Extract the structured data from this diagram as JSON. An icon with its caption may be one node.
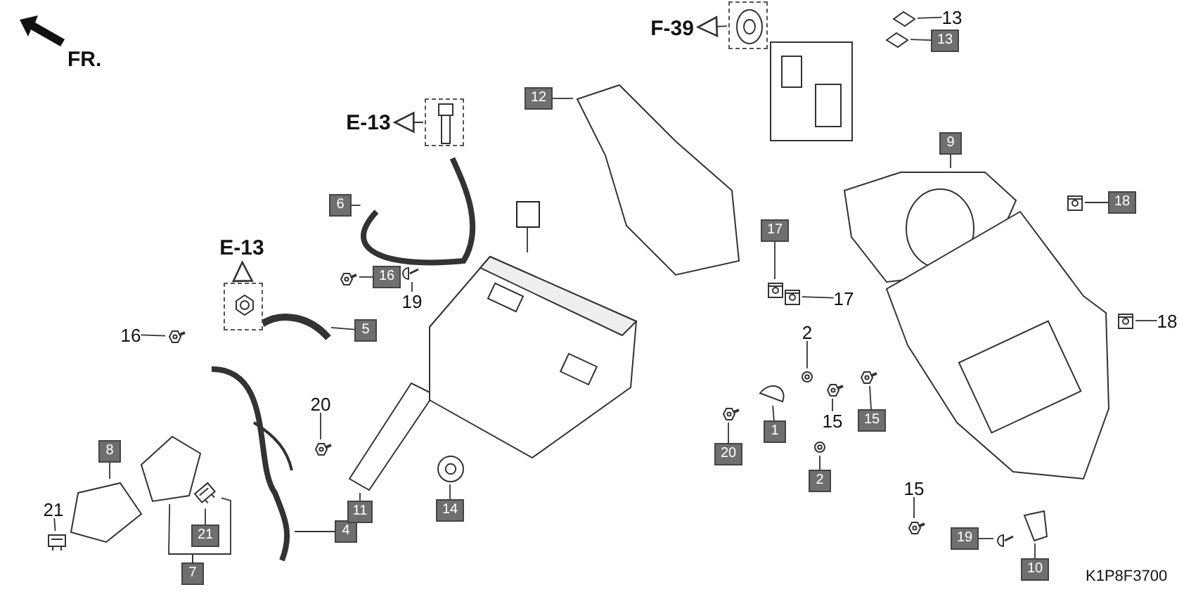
{
  "diagram": {
    "nodes": [
      {
        "text": [
          "12"
        ]
      },
      {
        "text": [
          "6"
        ]
      },
      {
        "text": [
          "16"
        ]
      },
      {
        "text": [
          "5"
        ]
      },
      {
        "text": [
          "16"
        ]
      },
      {
        "text": [
          "8"
        ]
      },
      {
        "text": [
          "21"
        ]
      },
      {
        "text": [
          "21"
        ]
      },
      {
        "text": [
          "7"
        ]
      },
      {
        "text": [
          "4"
        ]
      },
      {
        "text": [
          "20"
        ]
      },
      {
        "text": [
          "11"
        ]
      },
      {
        "text": [
          "14"
        ]
      },
      {
        "text": [],
        "shape": "box"
      },
      {
        "text": [
          "19"
        ]
      },
      {
        "text": [
          "17"
        ]
      },
      {
        "text": [
          "17"
        ]
      },
      {
        "text": [
          "13"
        ]
      },
      {
        "text": [
          "13"
        ]
      },
      {
        "text": [
          "9"
        ]
      },
      {
        "text": [
          "18"
        ]
      },
      {
        "text": [
          "18"
        ]
      },
      {
        "text": [
          "2"
        ]
      },
      {
        "text": [
          "1"
        ]
      },
      {
        "text": [
          "20"
        ]
      },
      {
        "text": [
          "15"
        ]
      },
      {
        "text": [
          "15"
        ]
      },
      {
        "text": [
          "2"
        ]
      },
      {
        "text": [
          "15"
        ]
      },
      {
        "text": [
          "19"
        ]
      },
      {
        "text": [
          "10"
        ]
      },
      {
        "text": [
          "E-13"
        ]
      },
      {
        "text": [],
        "shape": "picture"
      },
      {
        "text": [
          "E-13"
        ]
      },
      {
        "text": [],
        "shape": "picture"
      },
      {
        "text": [
          "F-39"
        ]
      },
      {
        "text": [],
        "shape": "picture"
      },
      {
        "text": [],
        "shape": "picture"
      },
      {
        "text": [],
        "shape": "picture"
      },
      {
        "text": [],
        "shape": "picture"
      },
      {
        "text": [],
        "shape": "picture"
      },
      {
        "text": [],
        "shape": "picture"
      },
      {
        "text": [],
        "shape": "picture"
      },
      {
        "text": [],
        "shape": "picture"
      },
      {
        "text": [],
        "shape": "picture"
      },
      {
        "text": [],
        "shape": "picture"
      },
      {
        "text": [],
        "shape": "picture"
      },
      {
        "text": [],
        "shape": "picture"
      },
      {
        "text": [],
        "shape": "picture"
      },
      {
        "text": [],
        "shape": "picture"
      },
      {
        "text": [],
        "shape": "picture"
      },
      {
        "text": [],
        "shape": "picture"
      },
      {
        "text": [],
        "shape": "picture"
      },
      {
        "text": [],
        "shape": "picture"
      },
      {
        "text": [],
        "shape": "picture"
      },
      {
        "text": [],
        "shape": "picture"
      },
      {
        "text": [],
        "shape": "picture"
      },
      {
        "text": [],
        "shape": "picture"
      },
      {
        "text": [],
        "shape": "picture"
      },
      {
        "text": [],
        "shape": "picture"
      },
      {
        "text": [],
        "shape": "picture"
      },
      {
        "text": [],
        "shape": "picture"
      },
      {
        "text": [],
        "shape": "picture"
      },
      {
        "text": [],
        "shape": "picture"
      },
      {
        "text": [],
        "shape": "picture"
      },
      {
        "text": [],
        "shape": "picture"
      },
      {
        "text": [],
        "shape": "picture"
      },
      {
        "text": [],
        "shape": "picture"
      },
      {
        "text": [],
        "shape": "picture"
      }
    ],
    "edges": [
      {
        "from": 0,
        "to": 37,
        "arrow": "none"
      },
      {
        "from": 1,
        "to": 38,
        "arrow": "none"
      },
      {
        "from": 2,
        "to": 40,
        "arrow": "none"
      },
      {
        "from": 3,
        "to": 39,
        "arrow": "none"
      },
      {
        "from": 4,
        "to": 41,
        "arrow": "none"
      },
      {
        "from": 5,
        "to": 44,
        "arrow": "none"
      },
      {
        "from": 6,
        "to": 45,
        "arrow": "none"
      },
      {
        "from": 7,
        "to": 46,
        "arrow": "none"
      },
      {
        "from": 8,
        "to": 43,
        "arrow": "none"
      },
      {
        "from": 8,
        "to": 46,
        "arrow": "none"
      },
      {
        "from": 9,
        "to": 42,
        "arrow": "none"
      },
      {
        "from": 10,
        "to": 47,
        "arrow": "none"
      },
      {
        "from": 11,
        "to": 48,
        "arrow": "none"
      },
      {
        "from": 12,
        "to": 49,
        "arrow": "none"
      },
      {
        "from": 13,
        "to": 50,
        "arrow": "none"
      },
      {
        "from": 14,
        "to": 51,
        "arrow": "none"
      },
      {
        "from": 15,
        "to": 52,
        "arrow": "none"
      },
      {
        "from": 16,
        "to": 53,
        "arrow": "none"
      },
      {
        "from": 17,
        "to": 54,
        "arrow": "none"
      },
      {
        "from": 18,
        "to": 55,
        "arrow": "none"
      },
      {
        "from": 19,
        "to": 56,
        "arrow": "none"
      },
      {
        "from": 20,
        "to": 57,
        "arrow": "none"
      },
      {
        "from": 21,
        "to": 59,
        "arrow": "none"
      },
      {
        "from": 22,
        "to": 60,
        "arrow": "none"
      },
      {
        "from": 23,
        "to": 61,
        "arrow": "none"
      },
      {
        "from": 24,
        "to": 62,
        "arrow": "none"
      },
      {
        "from": 25,
        "to": 63,
        "arrow": "none"
      },
      {
        "from": 26,
        "to": 64,
        "arrow": "none"
      },
      {
        "from": 27,
        "to": 65,
        "arrow": "none"
      },
      {
        "from": 28,
        "to": 66,
        "arrow": "none"
      },
      {
        "from": 29,
        "to": 67,
        "arrow": "none"
      },
      {
        "from": 30,
        "to": 68,
        "arrow": "none"
      },
      {
        "from": 32,
        "to": 31,
        "arrow": "to"
      },
      {
        "from": 34,
        "to": 33,
        "arrow": "to"
      },
      {
        "from": 36,
        "to": 35,
        "arrow": "to"
      }
    ],
    "labels": [
      "FR.",
      "K1P8F3700"
    ]
  }
}
